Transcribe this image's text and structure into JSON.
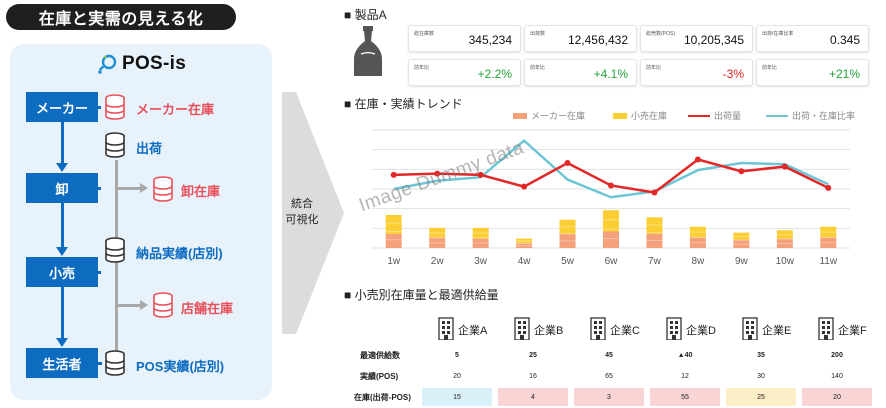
{
  "header": {
    "title": "在庫と実需の見える化"
  },
  "flow": {
    "logo_text": "POS-is",
    "stages": [
      "メーカー",
      "卸",
      "小売",
      "生活者"
    ],
    "items": [
      {
        "label": "メーカー在庫",
        "tone": "red"
      },
      {
        "label": "出荷",
        "tone": "blue"
      },
      {
        "label": "卸在庫",
        "tone": "red"
      },
      {
        "label": "納品実績(店別)",
        "tone": "blue"
      },
      {
        "label": "店舗在庫",
        "tone": "red"
      },
      {
        "label": "POS実績(店別)",
        "tone": "blue"
      }
    ],
    "integrate_label_1": "統合",
    "integrate_label_2": "可視化"
  },
  "product": {
    "heading": "■ 製品A",
    "kpis": [
      {
        "label": "総在庫数",
        "value": "345,234",
        "tone": "normal"
      },
      {
        "label": "出荷数",
        "value": "12,456,432",
        "tone": "normal"
      },
      {
        "label": "総売数(POS)",
        "value": "10,205,345",
        "tone": "normal"
      },
      {
        "label": "出荷/在庫比率",
        "value": "0.345",
        "tone": "normal"
      },
      {
        "label": "前年比",
        "value": "+2.2%",
        "tone": "pos"
      },
      {
        "label": "前年比",
        "value": "+4.1%",
        "tone": "pos"
      },
      {
        "label": "前年比",
        "value": "-3%",
        "tone": "neg"
      },
      {
        "label": "前年比",
        "value": "+21%",
        "tone": "pos"
      }
    ]
  },
  "trend": {
    "heading": "■ 在庫・実績トレンド",
    "watermark": "Image Dummy data"
  },
  "chart_data": {
    "type": "bar",
    "categories": [
      "1w",
      "2w",
      "3w",
      "4w",
      "5w",
      "6w",
      "7w",
      "8w",
      "9w",
      "10w",
      "11w"
    ],
    "series": [
      {
        "name": "メーカー在庫",
        "kind": "bar",
        "color": "#f4a07a",
        "values": [
          12,
          9,
          8,
          4,
          12,
          14,
          12,
          9,
          7,
          8,
          9
        ]
      },
      {
        "name": "小売在庫",
        "kind": "bar",
        "color": "#fbcf33",
        "values": [
          16,
          8,
          9,
          4,
          12,
          18,
          14,
          9,
          6,
          7,
          9
        ]
      },
      {
        "name": "出荷量",
        "kind": "line",
        "color": "#e32626",
        "values": [
          62,
          63,
          62,
          52,
          72,
          53,
          47,
          75,
          65,
          69,
          51
        ]
      },
      {
        "name": "出荷・在庫比率",
        "kind": "line",
        "color": "#6cc6d6",
        "values": [
          50,
          57,
          60,
          91,
          58,
          43,
          48,
          66,
          72,
          71,
          54
        ]
      }
    ],
    "ylim": [
      0,
      100
    ],
    "grid": true,
    "legend": "top"
  },
  "stock": {
    "heading": "■ 小売別在庫量と最適供給量",
    "companies": [
      "企業A",
      "企業B",
      "企業C",
      "企業D",
      "企業E",
      "企業F"
    ],
    "row_labels": [
      "最適供給数",
      "実績(POS)",
      "在庫(出荷-POS)"
    ],
    "rows": [
      [
        "5",
        "25",
        "45",
        "▲40",
        "35",
        "200"
      ],
      [
        "20",
        "16",
        "65",
        "12",
        "30",
        "140"
      ],
      [
        "15",
        "4",
        "3",
        "55",
        "25",
        "20"
      ]
    ],
    "stock_tones": [
      "blue",
      "pink",
      "pink",
      "pink",
      "yellow",
      "pink"
    ]
  }
}
